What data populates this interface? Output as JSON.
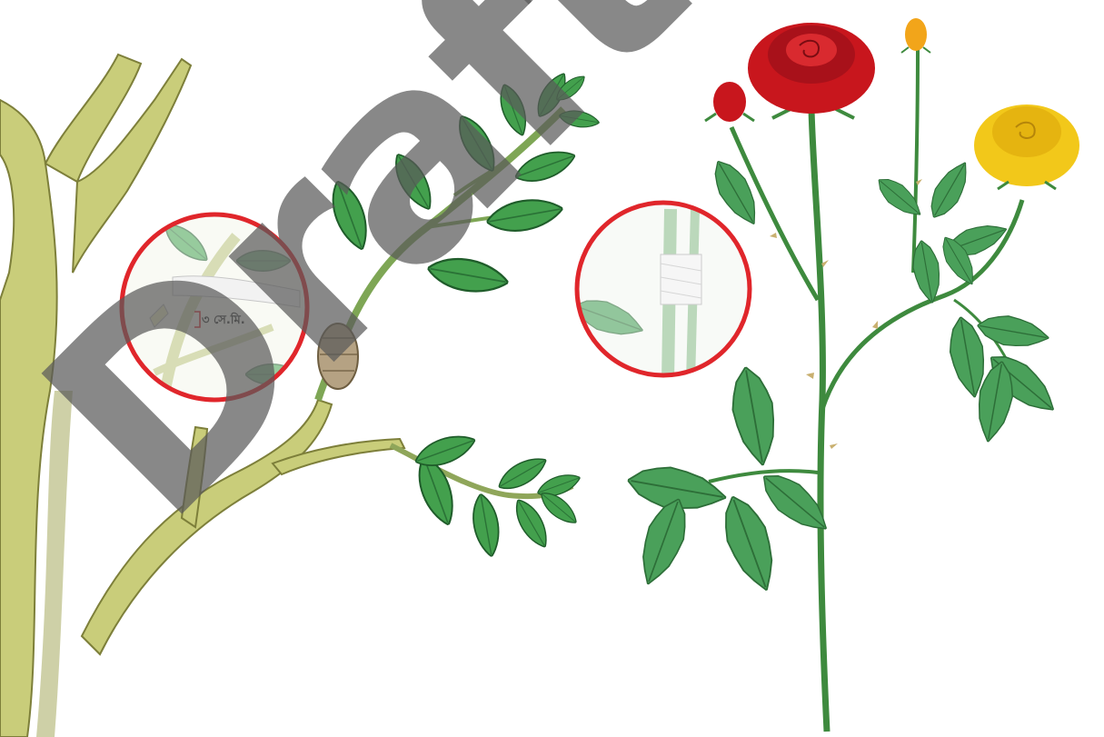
{
  "watermark": {
    "text": "Draft Copy"
  },
  "left_panel": {
    "inset": {
      "measure_label": "৩ সে.মি."
    }
  },
  "right_panel": {
    "flowers": [
      "red rose",
      "red rose bud",
      "orange rose bud",
      "yellow rose"
    ]
  },
  "colors": {
    "trunk": "#c9cd7a",
    "trunk_shadow": "#9ea24f",
    "leaf": "#3f9a4a",
    "leaf_dark": "#2a7236",
    "stem": "#3e8a3e",
    "red_rose": "#c8161d",
    "yellow_rose": "#f2c81a",
    "circle": "#e0262b",
    "wrap": "#9c8a6a"
  }
}
